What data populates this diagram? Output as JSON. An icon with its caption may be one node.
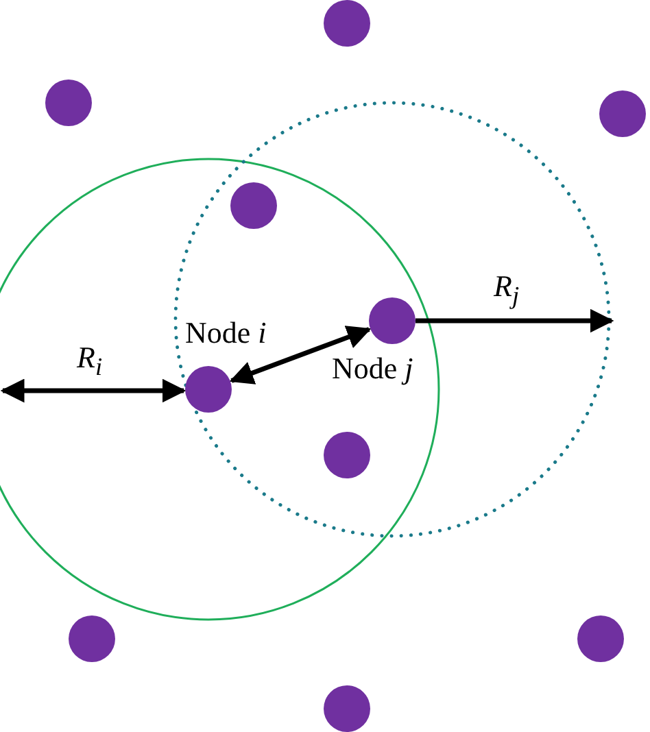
{
  "diagram": {
    "nodes": [
      {
        "text": [],
        "shape": "circle"
      },
      {
        "text": [],
        "shape": "circle"
      },
      {
        "text": [],
        "shape": "circle"
      },
      {
        "text": [],
        "shape": "circle"
      },
      {
        "text": [],
        "shape": "circle",
        "beside": [
          "Node *j*"
        ]
      },
      {
        "text": [],
        "shape": "circle",
        "beside": [
          "Node *i*"
        ]
      },
      {
        "text": [],
        "shape": "circle"
      },
      {
        "text": [],
        "shape": "circle"
      },
      {
        "text": [],
        "shape": "circle"
      },
      {
        "text": [],
        "shape": "circle"
      }
    ],
    "edges": [
      {
        "from": 5,
        "to": 4,
        "arrow": "both"
      }
    ],
    "labels": [
      "R$_{j}$",
      "R$_{i}$"
    ]
  }
}
